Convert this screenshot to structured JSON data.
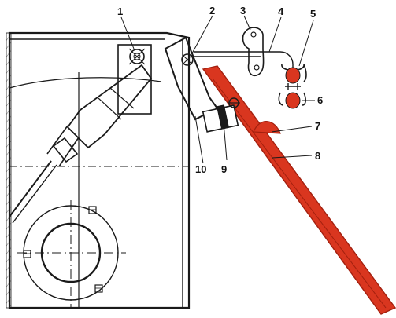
{
  "colors": {
    "ink": "#1a1a1a",
    "accent": "#d9361f",
    "accent_dark": "#a3200f",
    "paper": "#ffffff"
  },
  "callouts": [
    "1",
    "2",
    "3",
    "4",
    "5",
    "6",
    "7",
    "8",
    "9",
    "10"
  ]
}
